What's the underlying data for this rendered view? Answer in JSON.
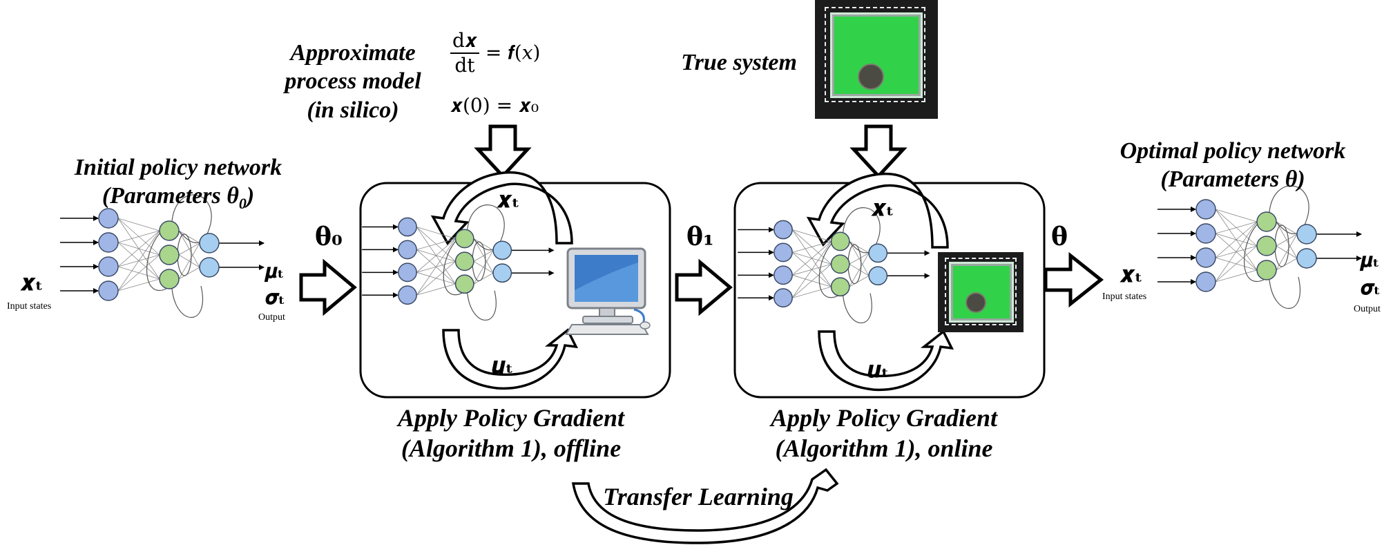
{
  "labels": {
    "approx_model": [
      "Approximate",
      "process model",
      "(in silico)"
    ],
    "true_system": "True system",
    "initial_policy": [
      "Initial policy network",
      "(Parameters θ",
      "0",
      ")"
    ],
    "optimal_policy": [
      "Optimal policy network",
      "(Parameters θ)"
    ],
    "offline_caption": [
      "Apply Policy Gradient",
      "(Algorithm 1), offline"
    ],
    "online_caption": [
      "Apply Policy Gradient",
      "(Algorithm 1), online"
    ],
    "transfer": "Transfer Learning"
  },
  "equations": {
    "dx": "d𝒙",
    "dt": "dt",
    "rhs": "= 𝒇(𝑥)",
    "init": "𝒙(0) = 𝒙₀"
  },
  "symbols": {
    "theta0": "θ₀",
    "theta1": "θ₁",
    "theta": "θ",
    "xt": "𝒙ₜ",
    "ut": "𝒖ₜ",
    "mu": "𝝁ₜ",
    "sigma": "𝝈ₜ"
  },
  "captions": {
    "input_states": "Input states",
    "output": "Output"
  },
  "colors": {
    "input_node": "#9fb6e6",
    "hidden_node": "#a9d58c",
    "output_node": "#a6cef0",
    "node_stroke": "#3b4a66",
    "board_green": "#32d14a"
  }
}
